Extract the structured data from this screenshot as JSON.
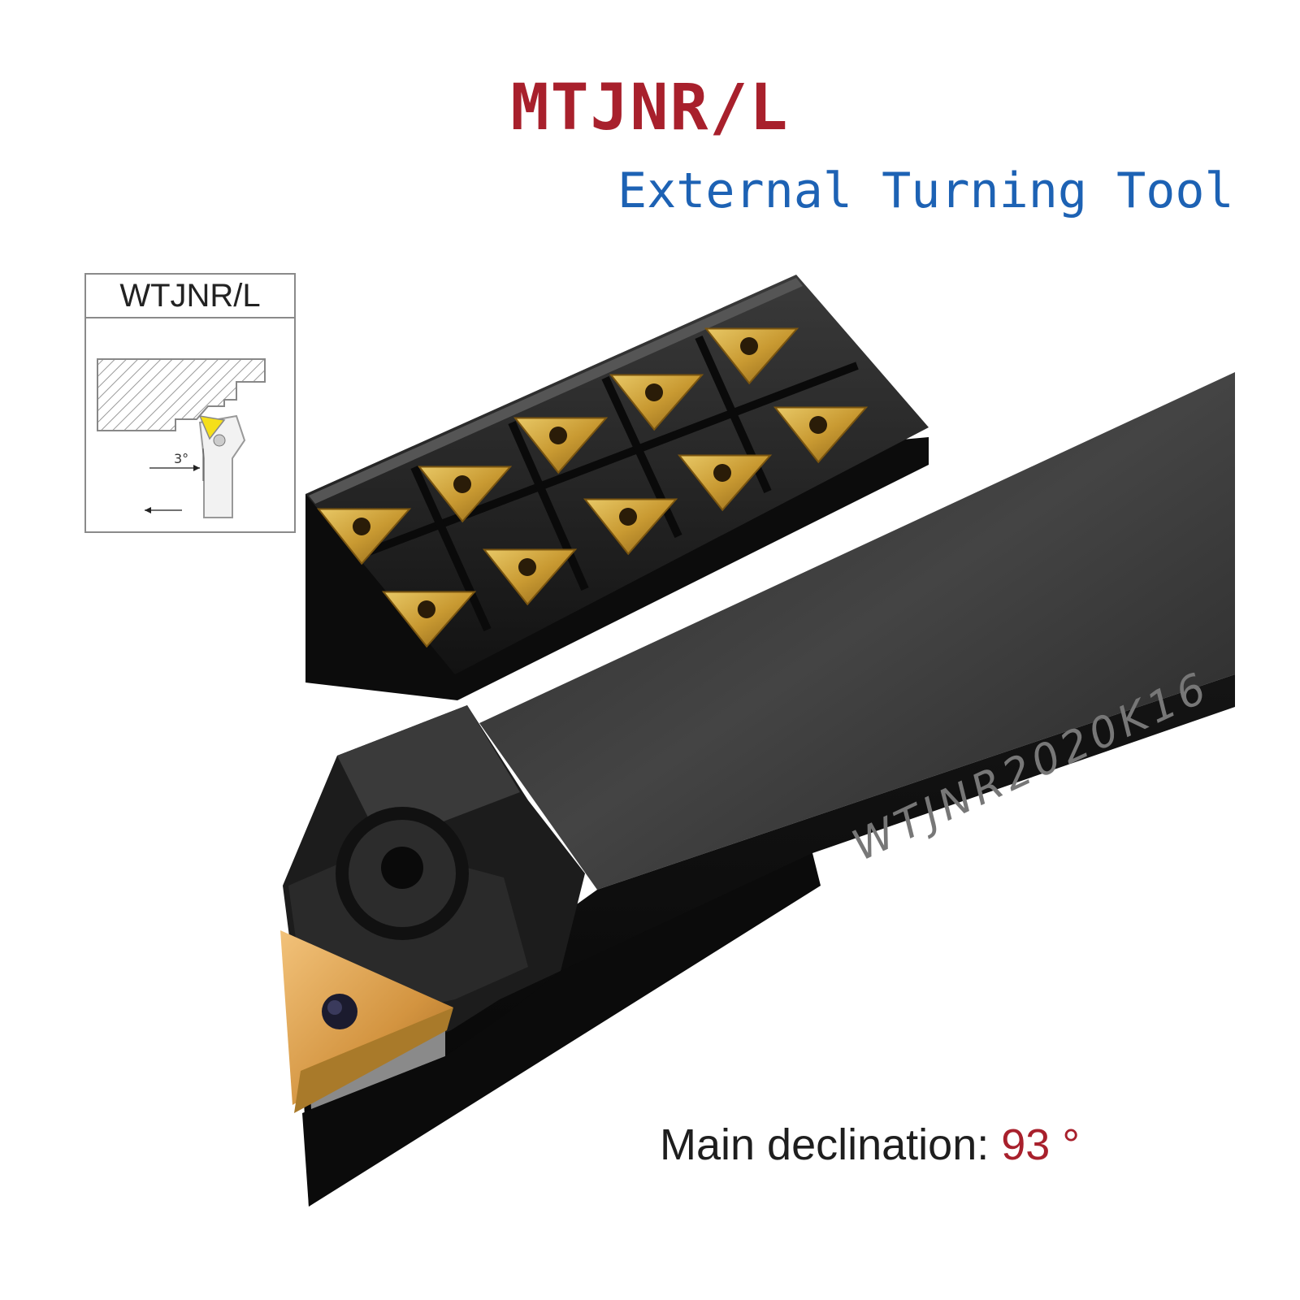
{
  "title": "MTJNR/L",
  "subtitle": "External Turning Tool",
  "diagram": {
    "label": "WTJNR/L",
    "angle_label": "3°"
  },
  "holder": {
    "engraving": "WTJNR2020K16"
  },
  "declination": {
    "label": "Main declination:",
    "value": "93 °"
  },
  "colors": {
    "title": "#a8202c",
    "subtitle": "#1d62b4",
    "insert_gold": "#c9a23e",
    "holder_black": "#1a1a1a"
  }
}
